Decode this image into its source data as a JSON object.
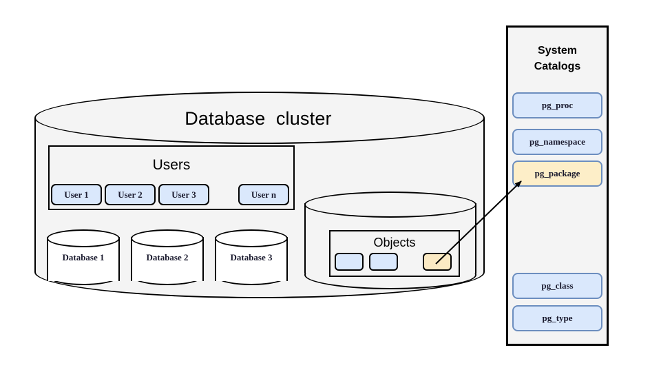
{
  "diagram": {
    "title": "Database  cluster",
    "cluster": {
      "users_section": {
        "label": "Users",
        "users": [
          {
            "label": "User 1"
          },
          {
            "label": "User 2"
          },
          {
            "label": "User 3"
          },
          {
            "label": "User n"
          }
        ]
      },
      "databases": [
        {
          "label": "Database 1"
        },
        {
          "label": "Database 2"
        },
        {
          "label": "Database 3"
        }
      ]
    },
    "objects_section": {
      "label": "Objects",
      "objects": [
        {
          "label": "",
          "color": "#dae8fc"
        },
        {
          "label": "",
          "color": "#dae8fc"
        },
        {
          "label": "",
          "color": "#fbeac4"
        }
      ]
    },
    "system_catalogs": {
      "title_line_1": "System",
      "title_line_2": "Catalogs",
      "items": [
        {
          "label": "pg_proc",
          "color": "#dae8fc"
        },
        {
          "label": "pg_namespace",
          "color": "#dae8fc"
        },
        {
          "label": "pg_package",
          "color": "#fdeec8"
        },
        {
          "label": "pg_class",
          "color": "#dae8fc"
        },
        {
          "label": "pg_type",
          "color": "#dae8fc"
        }
      ]
    },
    "connector": {
      "from": "highlighted-object",
      "to": "pg_package"
    }
  },
  "colors": {
    "background": "#ffffff",
    "panel_fill": "#f4f4f4",
    "blue_fill": "#dae8fc",
    "blue_stroke": "#6c8ebf",
    "yellow_fill": "#fdeec8",
    "outline": "#000000"
  }
}
